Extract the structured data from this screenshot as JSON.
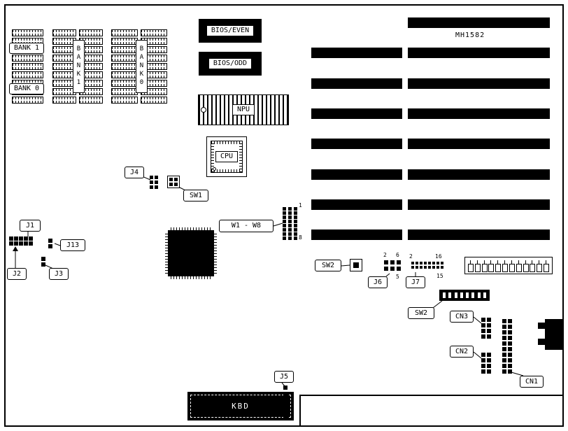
{
  "board": {
    "model": "MH1582"
  },
  "memory": {
    "bank1_label": "BANK 1",
    "bank0_label": "BANK 0",
    "bank1_vertical": "BANK1",
    "bank0_vertical": "BANK0"
  },
  "chips": {
    "bios_even": "BIOS/EVEN",
    "bios_odd": "BIOS/ODD",
    "npu": "NPU",
    "cpu": "CPU",
    "kbd": "KBD"
  },
  "callouts": {
    "j1": "J1",
    "j2": "J2",
    "j3": "J3",
    "j4": "J4",
    "j5": "J5",
    "j6": "J6",
    "j7": "J7",
    "j13": "J13",
    "sw1": "SW1",
    "sw2_a": "SW2",
    "sw2_b": "SW2",
    "cn1": "CN1",
    "cn2": "CN2",
    "cn3": "CN3",
    "w_block": "W1 - W8"
  },
  "pin_numbers": {
    "w_top": "1",
    "w_bottom": "8",
    "j6_left": "2",
    "j6_right": "6",
    "j6_bottom": "5",
    "j7_left": "2",
    "j7_right": "16",
    "j7_bottom": "15"
  },
  "colors": {
    "ink": "#000000",
    "paper": "#ffffff"
  }
}
